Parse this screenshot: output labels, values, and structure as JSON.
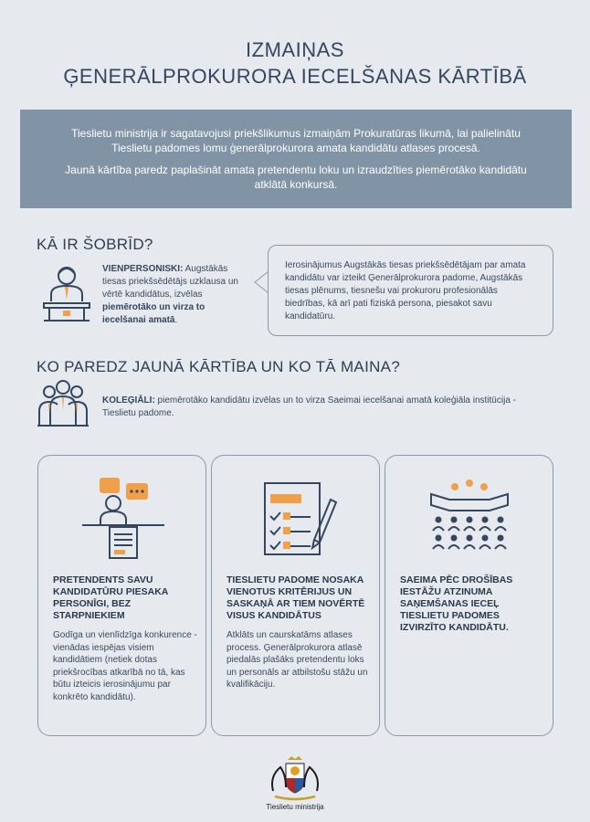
{
  "title": {
    "line1": "IZMAIŅAS",
    "line2": "ĢENERĀLPROKURORA IECELŠANAS KĀRTĪBĀ"
  },
  "intro": {
    "p1": "Tieslietu ministrija ir sagatavojusi priekšlikumus izmaiņām Prokuratūras likumā, lai palielinātu Tieslietu padomes lomu ģenerālprokurora amata kandidātu atlases procesā.",
    "p2": "Jaunā kārtība paredz paplašināt amata pretendentu loku un izraudzīties piemērotāko kandidātu atklātā konkursā."
  },
  "now": {
    "heading": "KĀ IR ŠOBRĪD?",
    "label": "VIENPERSONISKI:",
    "text": " Augstākās tiesas priekšsēdētājs uzklausa un vērtē kandidātus, izvēlas ",
    "highlight": "piemērotāko un virza to iecelšanai amatā",
    "end": ".",
    "bubble": "Ierosinājumus Augstākās tiesas priekšsēdētājam par amata kandidātu var izteikt Ģenerālprokurora padome, Augstākās tiesas plēnums, tiesnešu vai prokuroru profesionālās biedrības, kā arī pati fiziskā persona, piesakot savu kandidatūru."
  },
  "new": {
    "heading": "KO PAREDZ JAUNĀ KĀRTĪBA UN KO TĀ MAINA?",
    "label": "KOLEĢIĀLI:",
    "text": " piemērotāko kandidātu izvēlas un to virza Saeimai iecelšanai amatā koleģiāla institūcija - Tieslietu padome."
  },
  "cards": [
    {
      "heading": "PRETENDENTS SAVU KANDIDATŪRU PIESAKA PERSONĪGI, BEZ STARPNIEKIEM",
      "body": "Godīga un vienlīdzīga konkurence - vienādas iespējas visiem kandidātiem (netiek dotas priekšrocības atkarībā no tā, kas būtu izteicis ierosinājumu par konkrēto kandidātu)."
    },
    {
      "heading": "TIESLIETU PADOME NOSAKA VIENOTUS KRITĒRIJUS UN SASKAŅĀ AR TIEM NOVĒRTĒ VISUS KANDIDĀTUS",
      "body": "Atklāts un caurskatāms atlases process. Ģenerālprokurora atlasē piedalās plašāks pretendentu loks un personāls ar atbilstošu stāžu un kvalifikāciju."
    },
    {
      "heading": "SAEIMA PĒC DROŠĪBAS IESTĀŽU ATZINUMA SAŅEMŠANAS IECEĻ TIESLIETU PADOMES IZVIRZĪTO KANDIDĀTU.",
      "body": ""
    }
  ],
  "footer": {
    "ministry": "Tieslietu ministrija"
  },
  "colors": {
    "accent_orange": "#f0a04b",
    "navy": "#34475f",
    "intro_bg": "#8194a6",
    "page_bg": "#e6e9ee"
  },
  "icons": [
    "person-at-podium-icon",
    "three-people-icon",
    "person-speech-bubbles-icon",
    "checklist-pen-icon",
    "parliament-assembly-icon",
    "coat-of-arms-icon"
  ]
}
